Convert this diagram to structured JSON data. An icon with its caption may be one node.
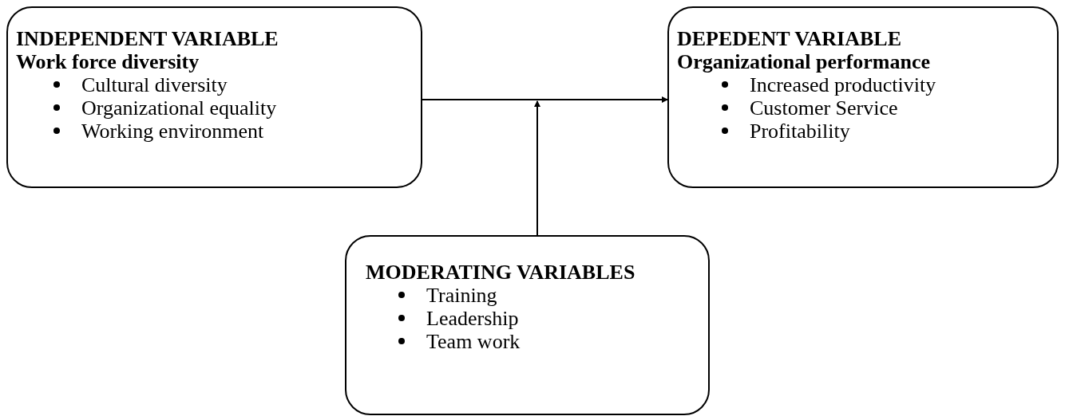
{
  "diagram": {
    "nodes": [
      {
        "text": [
          "INDEPENDENT VARIABLE",
          "Work force diversity",
          "Cultural diversity",
          "Organizational equality",
          "Working environment"
        ]
      },
      {
        "text": [
          "DEPEDENT VARIABLE",
          "Organizational performance",
          "Increased productivity",
          "Customer Service",
          "Profitability"
        ]
      },
      {
        "text": [
          "MODERATING VARIABLES",
          "Training",
          "Leadership",
          "Team work"
        ]
      }
    ],
    "edges": [
      {
        "from": 0,
        "to": 1,
        "arrow": "to"
      },
      {
        "from": 2,
        "to": null,
        "arrow": "to"
      }
    ]
  }
}
